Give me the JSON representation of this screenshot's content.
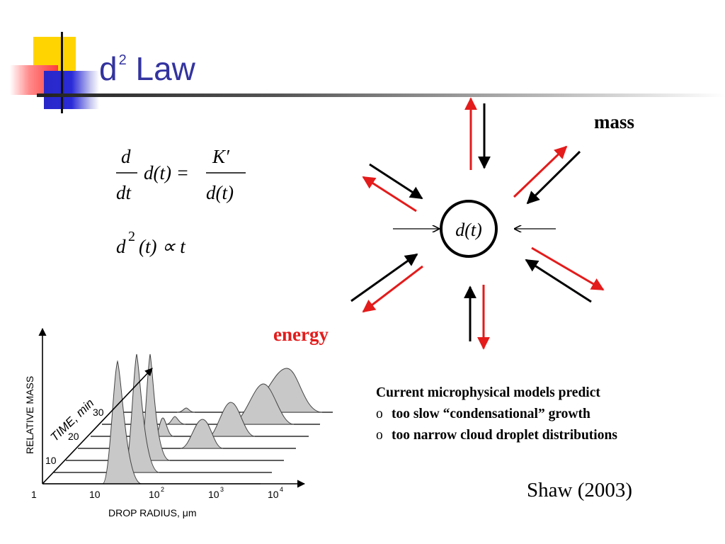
{
  "slide": {
    "title": "d",
    "title_superscript": "2",
    "title_suffix": " Law",
    "colors": {
      "title": "#3333a0",
      "energy": "#e41b1b",
      "mass": "#000000"
    }
  },
  "equations": {
    "eq1_d": "d",
    "eq1_dt": "dt",
    "eq1_lhs": "d(t) =",
    "eq1_num": "K′",
    "eq1_den": "d(t)",
    "eq2_base": "d",
    "eq2_exp": "2",
    "eq2_rest": "(t) ∝ t"
  },
  "diagram": {
    "center_label": "d(t)",
    "mass_label": "mass",
    "energy_label": "energy"
  },
  "figure": {
    "y_axis_label": "RELATIVE  MASS",
    "x_axis_label": "DROP RADIUS,  μm",
    "time_axis_label": "TIME, min",
    "time_ticks": [
      "30",
      "20",
      "10"
    ],
    "x_ticks": [
      "1",
      "10",
      "10",
      "10",
      "10"
    ],
    "x_tick_exponents": [
      "",
      "",
      "2",
      "3",
      "4"
    ]
  },
  "notes": {
    "heading": "Current microphysical models predict",
    "bullet_marker": "o",
    "items": [
      "too slow “condensational” growth",
      "too narrow cloud droplet distributions"
    ]
  },
  "credit": "Shaw (2003)"
}
